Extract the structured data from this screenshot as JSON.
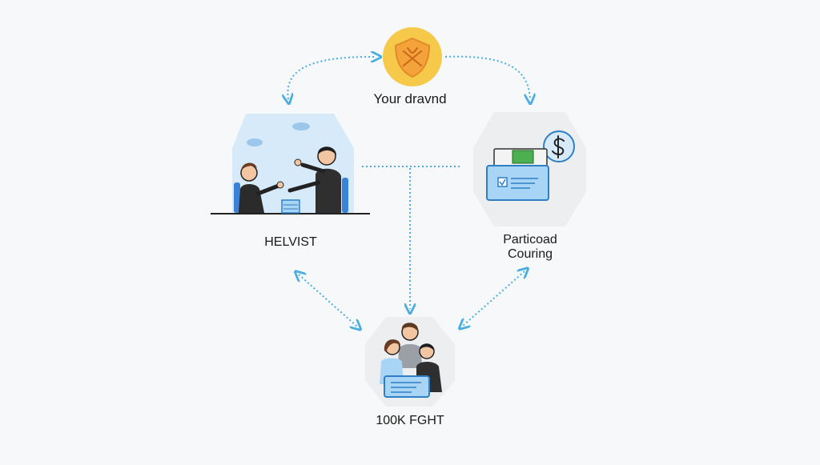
{
  "nodes": {
    "top": {
      "label": "Your dravnd",
      "icon": "shield-icon"
    },
    "left": {
      "label": "HELVIST",
      "icon": "handshake-meeting-illustration"
    },
    "right": {
      "label": "Particoad\nCouring",
      "icon": "id-card-wallet-illustration"
    },
    "bottom": {
      "label": "100K FGHT",
      "icon": "group-people-illustration"
    }
  },
  "colors": {
    "background": "#f7f8f9",
    "connector": "#4aaee0",
    "shield_outer": "#f6c94b",
    "shield_inner": "#f3a33a",
    "card_fill": "#a8d4f5",
    "card_stroke": "#2f7fc4",
    "sky": "#cfe6f8",
    "hex_fill": "#eceef0"
  }
}
